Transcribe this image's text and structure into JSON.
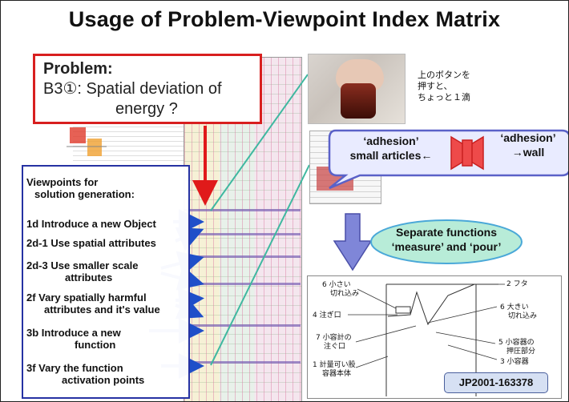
{
  "title": "Usage of Problem-Viewpoint Index Matrix",
  "problem": {
    "heading": "Problem:",
    "line1": "B3①: Spatial deviation of",
    "line2": "energy ?"
  },
  "viewpoints": {
    "heading1": "Viewpoints for",
    "heading2": "solution generation:",
    "items": [
      {
        "line1": "1d Introduce a new Object",
        "line2": ""
      },
      {
        "line1": "2d-1 Use spatial attributes",
        "line2": ""
      },
      {
        "line1": "2d-3 Use smaller scale",
        "line2": "attributes"
      },
      {
        "line1": "2f  Vary spatially harmful",
        "line2": "attributes and it's value"
      },
      {
        "line1": "3b Introduce a new",
        "line2": "function"
      },
      {
        "line1": "3f  Vary the function",
        "line2": "activation points"
      }
    ]
  },
  "photo_caption": [
    "上のボタンを",
    "押すと、",
    "ちょっと１滴"
  ],
  "adhesion": {
    "left_line1": "‘adhesion’",
    "left_line2": "small articles←",
    "right_line1": "‘adhesion’",
    "right_line2": "→wall"
  },
  "separate": {
    "line1": "Separate functions",
    "line2": "‘measure’ and ‘pour’"
  },
  "diagram_labels": {
    "l1a": "6 小さい",
    "l1b": "切れ込み",
    "l2": "4 注ぎ口",
    "l3a": "7 小容計の",
    "l3b": "注ぐ口",
    "l4a": "1 計量可い股",
    "l4b": "容器本体",
    "r1": "2 フタ",
    "r2a": "6 大きい",
    "r2b": "切れ込み",
    "r3a": "5 小容器の",
    "r3b": "押圧部分",
    "r4": "3 小容器"
  },
  "patent": "JP2001-163378",
  "colors": {
    "problem_border": "#d81f1f",
    "viewpoint_border": "#2632a3",
    "arrow_blue": "#1f4fc9",
    "arrow_red": "#e01a1a",
    "teal_line": "#3fb8a0",
    "green_oval": "#b8ecd8",
    "purple_shape": "#7f86d8"
  }
}
